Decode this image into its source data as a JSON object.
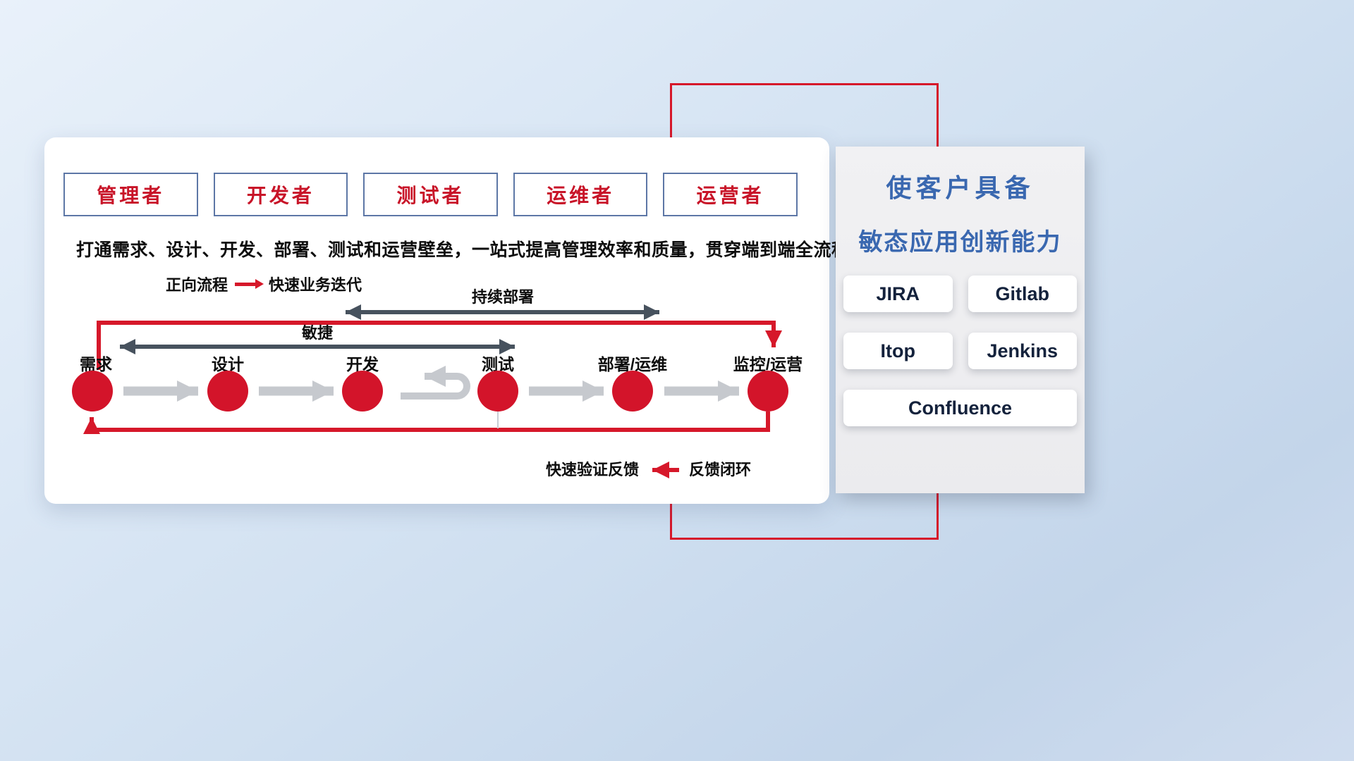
{
  "colors": {
    "accent_red": "#d6182a",
    "dark_arrow": "#47525e",
    "gray_arrow": "#c6c9ce",
    "title_blue": "#3a68b0",
    "role_text_red": "#c81428",
    "tool_text_navy": "#14223c"
  },
  "roles": [
    "管理者",
    "开发者",
    "测试者",
    "运维者",
    "运营者"
  ],
  "subtitle": "打通需求、设计、开发、部署、测试和运营壁垒，一站式提高管理效率和质量，贯穿端到端全流程",
  "legend_forward": {
    "label": "正向流程",
    "desc": "快速业务迭代"
  },
  "flow": {
    "cd_label": "持续部署",
    "agile_label": "敏捷",
    "stages": [
      "需求",
      "设计",
      "开发",
      "测试",
      "部署/运维",
      "监控/运营"
    ]
  },
  "legend_feedback": {
    "desc": "快速验证反馈",
    "label": "反馈闭环"
  },
  "right_panel": {
    "title_line1": "使客户具备",
    "title_line2": "敏态应用创新能力",
    "tools": [
      "JIRA",
      "Gitlab",
      "Itop",
      "Jenkins",
      "Confluence"
    ]
  }
}
